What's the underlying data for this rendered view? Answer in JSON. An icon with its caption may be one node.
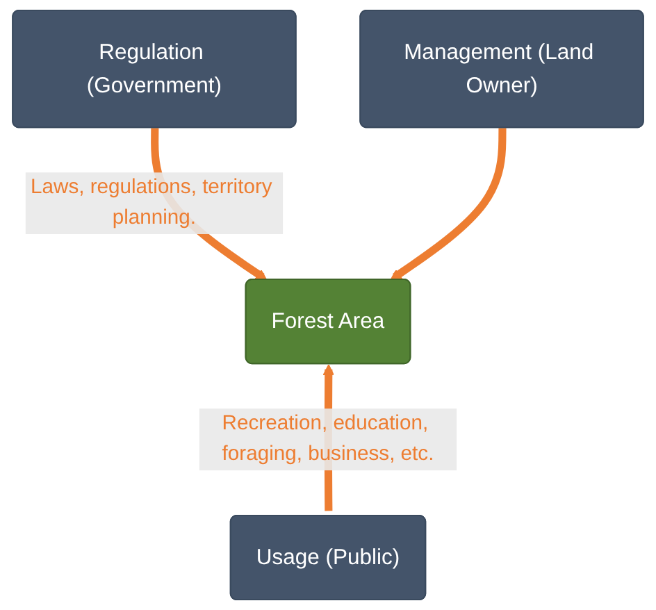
{
  "diagram": {
    "nodes": [
      {
        "text": [
          "Regulation (Government)"
        ]
      },
      {
        "text": [
          "Forest Area"
        ]
      },
      {
        "text": [
          "Management (Land Owner)"
        ]
      },
      {
        "text": [
          "Usage (Public)"
        ]
      }
    ],
    "edges": [
      {
        "from": 0,
        "to": 1,
        "arrow": "to",
        "label": "Laws, regulations, territory planning."
      },
      {
        "from": 2,
        "to": 1,
        "arrow": "to"
      },
      {
        "from": 3,
        "to": 1,
        "arrow": "to",
        "label": "Recreation, education, foraging, business, etc."
      }
    ]
  }
}
